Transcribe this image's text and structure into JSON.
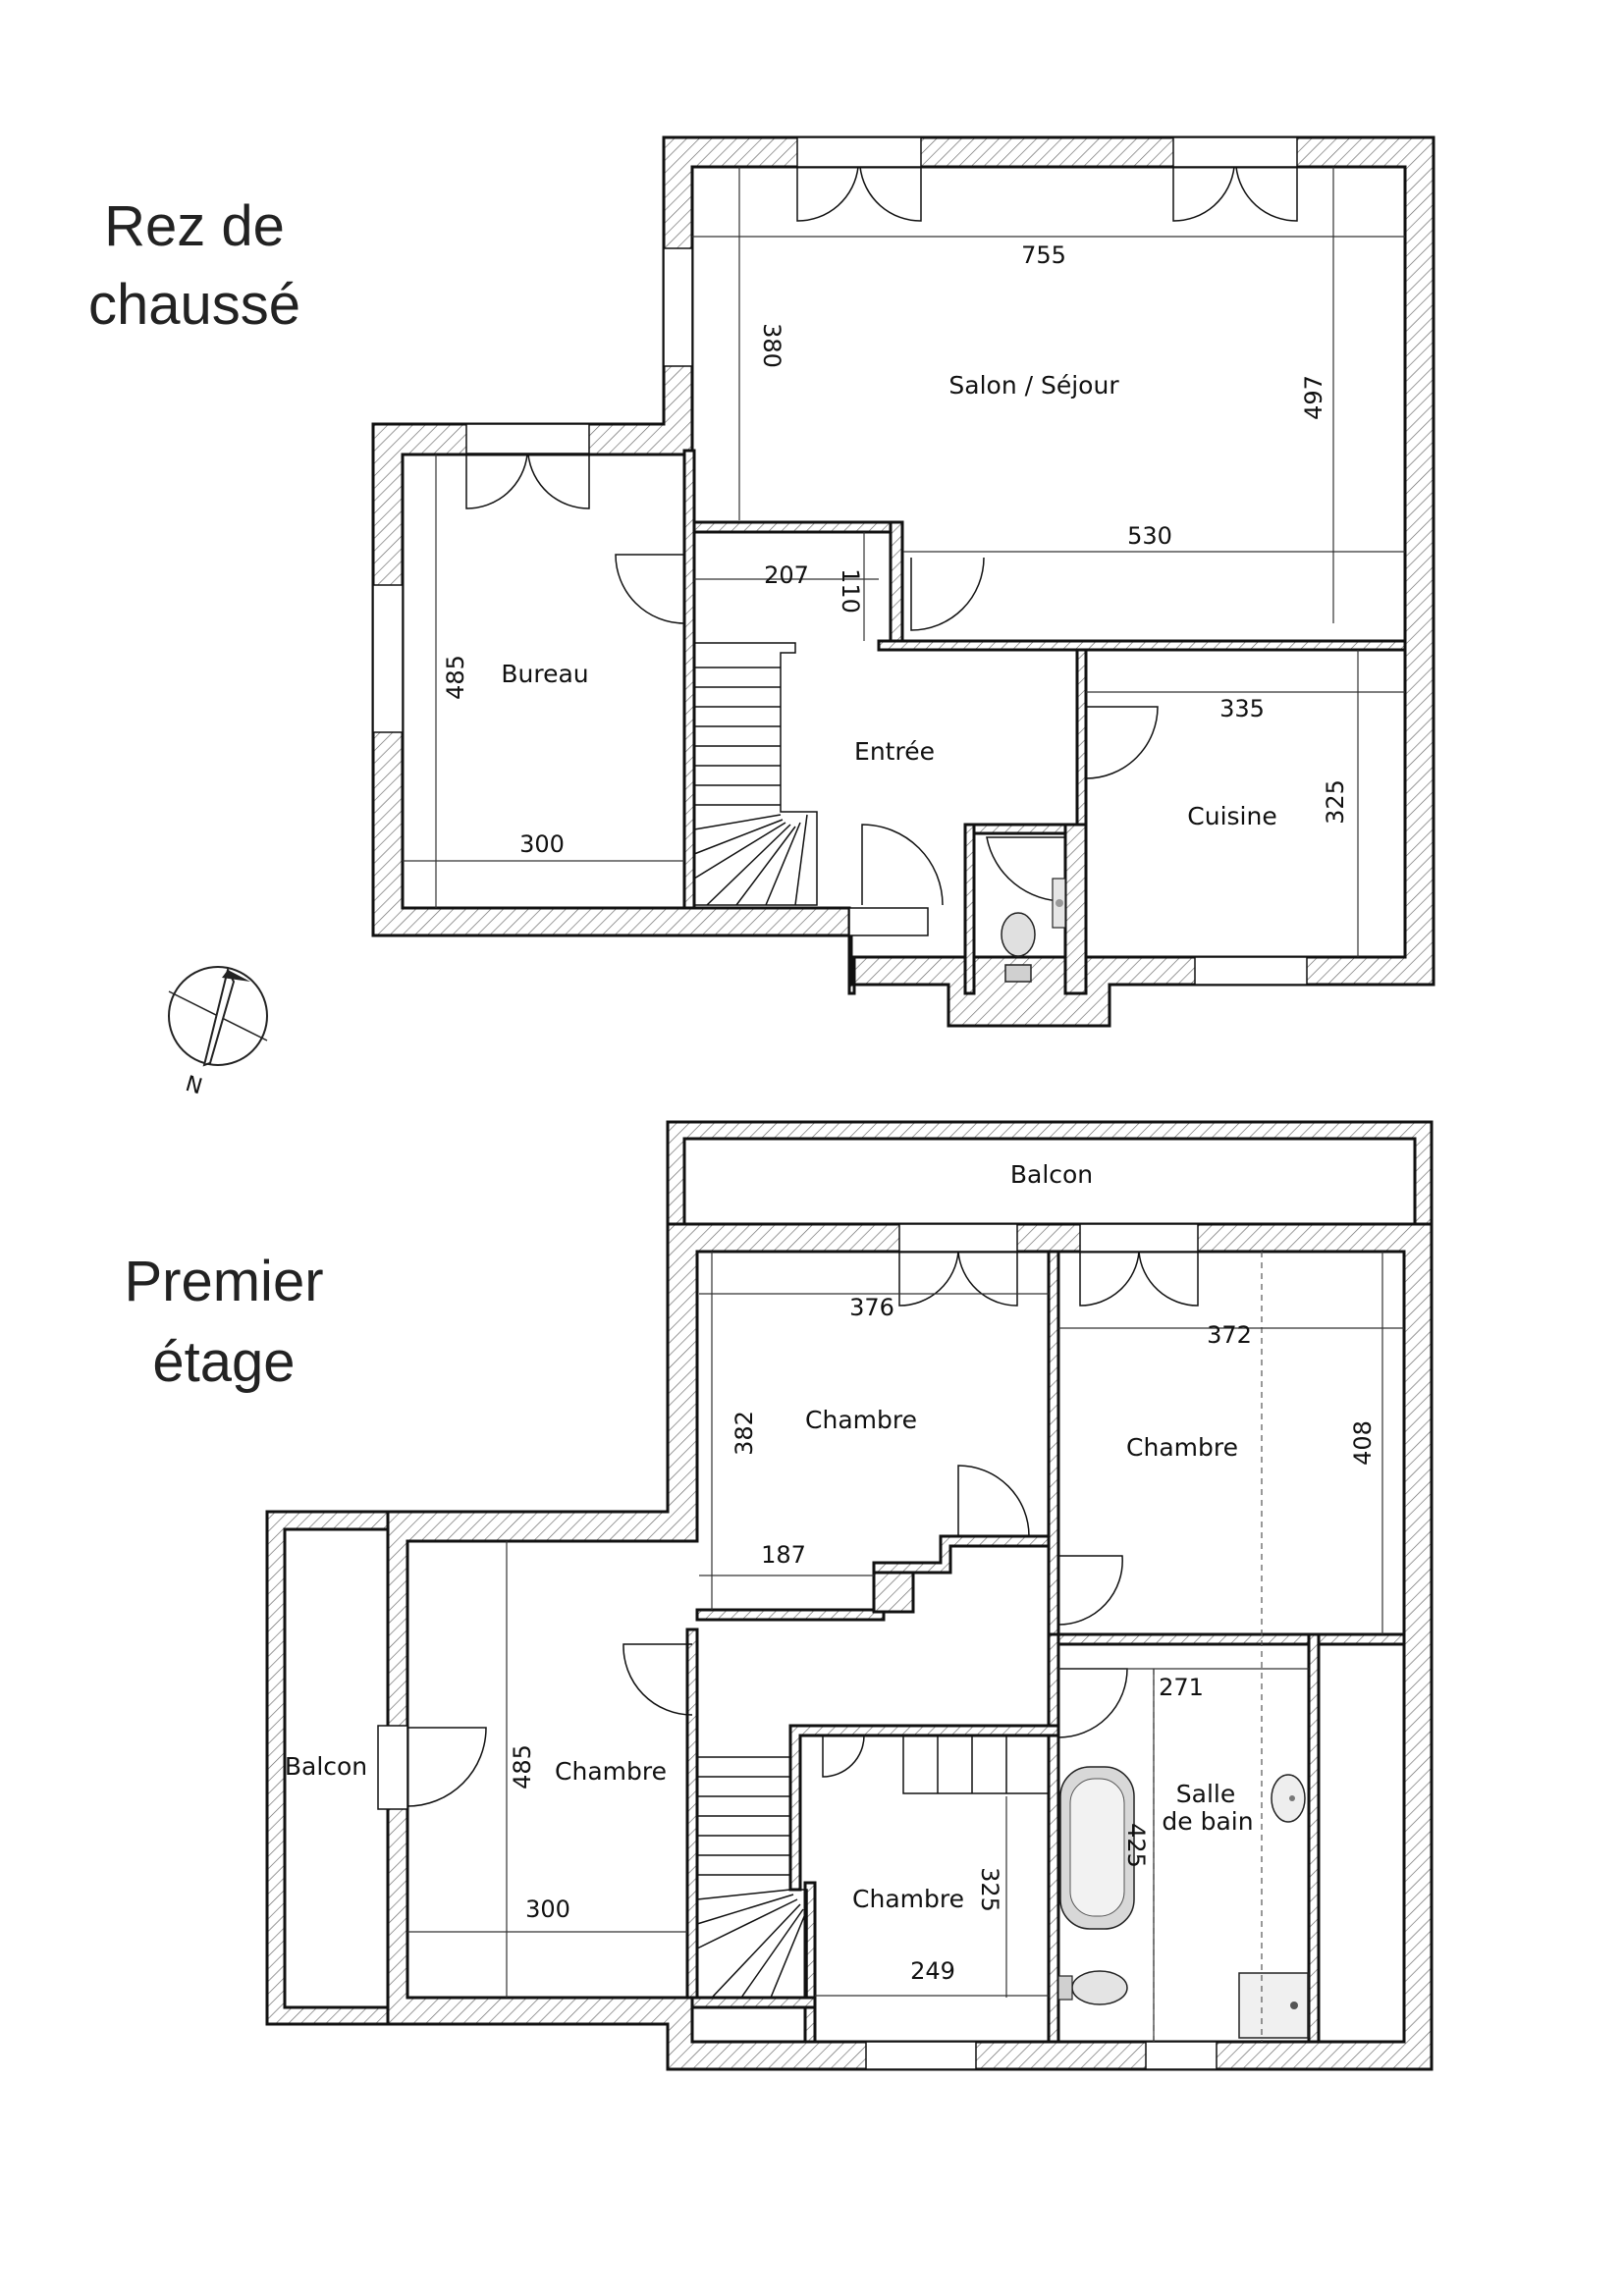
{
  "floors": {
    "ground": {
      "title_line1": "Rez de",
      "title_line2": "chaussé",
      "rooms": {
        "salon": "Salon / Séjour",
        "bureau": "Bureau",
        "entree": "Entrée",
        "cuisine": "Cuisine"
      },
      "dims": {
        "salon_width": "755",
        "salon_left": "380",
        "salon_right": "497",
        "salon_bottom": "530",
        "hall_width": "207",
        "hall_depth": "110",
        "bureau_height": "485",
        "bureau_width": "300",
        "cuisine_width": "335",
        "cuisine_height": "325"
      }
    },
    "first": {
      "title_line1": "Premier",
      "title_line2": "étage",
      "rooms": {
        "balcon_top": "Balcon",
        "balcon_left": "Balcon",
        "chambre_1": "Chambre",
        "chambre_2": "Chambre",
        "chambre_3": "Chambre",
        "chambre_4": "Chambre",
        "sdb_line1": "Salle",
        "sdb_line2": "de bain"
      },
      "dims": {
        "ch1_width": "376",
        "ch1_height": "382",
        "ch1_bottom": "187",
        "ch2_width": "372",
        "ch2_height": "408",
        "ch3_height": "485",
        "ch3_width": "300",
        "ch4_height": "325",
        "ch4_width": "249",
        "sdb_width": "271",
        "sdb_height": "425"
      }
    }
  },
  "compass": {
    "icon": "north-arrow-icon",
    "letter": "N"
  }
}
